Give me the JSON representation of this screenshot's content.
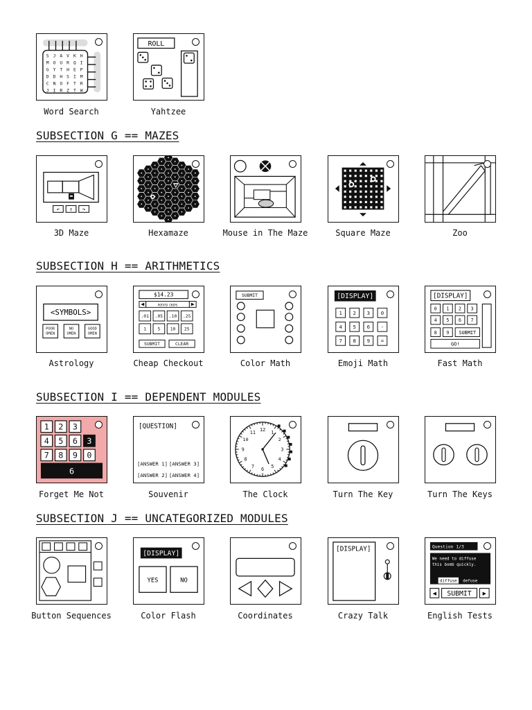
{
  "sections": {
    "g": "SUBSECTION G == MAZES",
    "h": "SUBSECTION H == ARITHMETICS",
    "i": "SUBSECTION I == DEPENDENT MODULES",
    "j": "SUBSECTION J == UNCATEGORIZED MODULES"
  },
  "modules": {
    "word_search": {
      "name": "Word Search",
      "grid": [
        "SJAVKH",
        "MOURQI",
        "GYTHEP",
        "DDHSIM",
        "CNOFTR",
        "JIRZTW"
      ]
    },
    "yahtzee": {
      "name": "Yahtzee",
      "button": "ROLL"
    },
    "maze3d": {
      "name": "3D Maze",
      "letter": "A",
      "arrows": [
        "↶",
        "↑",
        "↷"
      ]
    },
    "hexamaze": {
      "name": "Hexamaze"
    },
    "mouse_maze": {
      "name": "Mouse in The Maze"
    },
    "square_maze": {
      "name": "Square Maze"
    },
    "zoo": {
      "name": "Zoo"
    },
    "astrology": {
      "name": "Astrology",
      "display": "<SYMBOLS>",
      "buttons": [
        [
          "POOR",
          "OMEN"
        ],
        [
          "NO",
          "OMEN"
        ],
        [
          "GOOD",
          "OMEN"
        ]
      ]
    },
    "cheap_checkout": {
      "name": "Cheap Checkout",
      "price": "$14.23",
      "item": "POTATO CHIPS",
      "keys": [
        ".01",
        ".05",
        ".10",
        ".25",
        "1",
        "5",
        "10",
        "25"
      ],
      "submit": "SUBMIT",
      "clear": "CLEAR"
    },
    "color_math": {
      "name": "Color Math",
      "submit": "SUBMIT"
    },
    "emoji_math": {
      "name": "Emoji Math",
      "display": "[DISPLAY]",
      "keys": [
        "1",
        "2",
        "3",
        "0",
        "4",
        "5",
        "6",
        "-",
        "7",
        "8",
        "9",
        "="
      ]
    },
    "fast_math": {
      "name": "Fast Math",
      "display": "[DISPLAY]",
      "keys": [
        "0",
        "1",
        "2",
        "3",
        "4",
        "5",
        "6",
        "7",
        "8",
        "9"
      ],
      "submit": "SUBMIT",
      "go": "GO!"
    },
    "forget_me_not": {
      "name": "Forget Me Not",
      "keys": [
        "1",
        "2",
        "3",
        "4",
        "5",
        "6",
        "3",
        "7",
        "8",
        "9",
        "0"
      ],
      "display": "6",
      "bg": "#f2a9a9"
    },
    "souvenir": {
      "name": "Souvenir",
      "question": "[QUESTION]",
      "answers": [
        "[ANSWER 1]",
        "[ANSWER 3]",
        "[ANSWER 2]",
        "[ANSWER 4]"
      ]
    },
    "the_clock": {
      "name": "The Clock",
      "numbers": [
        "12",
        "1",
        "2",
        "3",
        "4",
        "5",
        "6",
        "7",
        "8",
        "9",
        "10",
        "11"
      ]
    },
    "turn_the_key": {
      "name": "Turn The Key"
    },
    "turn_the_keys": {
      "name": "Turn The Keys"
    },
    "button_sequences": {
      "name": "Button Sequences"
    },
    "color_flash": {
      "name": "Color Flash",
      "display": "[DISPLAY]",
      "yes": "YES",
      "no": "NO"
    },
    "coordinates": {
      "name": "Coordinates"
    },
    "crazy_talk": {
      "name": "Crazy Talk",
      "display": "[DISPLAY]"
    },
    "english_tests": {
      "name": "English Tests",
      "header": "Question 1/3",
      "text": [
        "We need to diffuse",
        "this bomb quickly."
      ],
      "choice_selected": "diffuse",
      "choice_other": "defuse",
      "submit": "SUBMIT",
      "left": "◀",
      "right": "▶"
    }
  }
}
